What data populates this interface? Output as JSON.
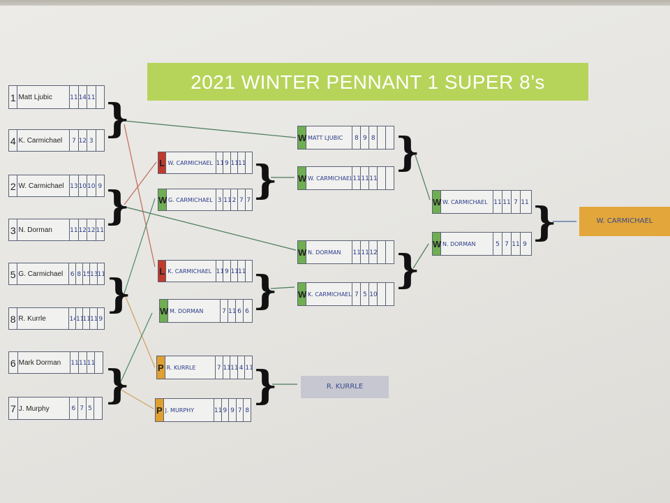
{
  "title": "2021 WINTER PENNANT 1 SUPER 8’s",
  "round1": [
    {
      "seed": "1",
      "name": "Matt Ljubic",
      "scores": [
        "11",
        "14",
        "11",
        ""
      ]
    },
    {
      "seed": "4",
      "name": "K. Carmichael",
      "scores": [
        "7",
        "12",
        "3",
        ""
      ]
    },
    {
      "seed": "2",
      "name": "W. Carmichael",
      "scores": [
        "13",
        "10",
        "10",
        "9"
      ]
    },
    {
      "seed": "3",
      "name": "N. Dorman",
      "scores": [
        "11",
        "12",
        "12",
        "11"
      ]
    },
    {
      "seed": "5",
      "name": "G. Carmichael",
      "scores": [
        "6",
        "8",
        "15",
        "13",
        "11"
      ]
    },
    {
      "seed": "8",
      "name": "R. Kurrle",
      "scores": [
        "14",
        "11",
        "11",
        "11",
        "9"
      ]
    },
    {
      "seed": "6",
      "name": "Mark Dorman",
      "scores": [
        "11",
        "11",
        "11",
        ""
      ]
    },
    {
      "seed": "7",
      "name": "J. Murphy",
      "scores": [
        "6",
        "7",
        "5",
        ""
      ]
    }
  ],
  "round2": [
    {
      "tag": "L",
      "name": "W. CARMICHAEL",
      "scores": [
        "11",
        "9",
        "11",
        "11"
      ]
    },
    {
      "tag": "W",
      "name": "G. CARMICHAEL",
      "scores": [
        "3",
        "11",
        "2",
        "7",
        "7"
      ]
    },
    {
      "tag": "L",
      "name": "K. CARMICHAEL",
      "scores": [
        "11",
        "9",
        "11",
        "11"
      ]
    },
    {
      "tag": "W",
      "name": "M. DORMAN",
      "scores": [
        "7",
        "11",
        "6",
        "6"
      ]
    },
    {
      "tag": "P",
      "name": "R. KURRLE",
      "scores": [
        "7",
        "11",
        "11",
        "4",
        "11"
      ]
    },
    {
      "tag": "P",
      "name": "J. MURPHY",
      "scores": [
        "11",
        "9",
        "9",
        "7",
        "8"
      ]
    }
  ],
  "round3": [
    {
      "tag": "W",
      "name": "MATT LJUBIC",
      "scores": [
        "8",
        "9",
        "8"
      ]
    },
    {
      "tag": "W",
      "name": "W. CARMICHAEL",
      "scores": [
        "11",
        "11",
        "11"
      ]
    },
    {
      "tag": "W",
      "name": "N. DORMAN",
      "scores": [
        "11",
        "11",
        "12"
      ]
    },
    {
      "tag": "W",
      "name": "K. CARMICHAEL",
      "scores": [
        "7",
        "5",
        "10"
      ]
    }
  ],
  "final": [
    {
      "tag": "W",
      "name": "W. CARMICHAEL",
      "scores": [
        "11",
        "11",
        "7",
        "11"
      ]
    },
    {
      "tag": "W",
      "name": "N. DORMAN",
      "scores": [
        "5",
        "7",
        "11",
        "9"
      ]
    }
  ],
  "winner": "W. CARMICHAEL",
  "plate_winner": "R. KURRLE",
  "colors": {
    "banner": "#b6d45a",
    "win": "#6fae52",
    "loss": "#c0392b",
    "plate": "#e0a030",
    "champion": "#e2a63a",
    "plate_box": "#c6c7d0"
  }
}
